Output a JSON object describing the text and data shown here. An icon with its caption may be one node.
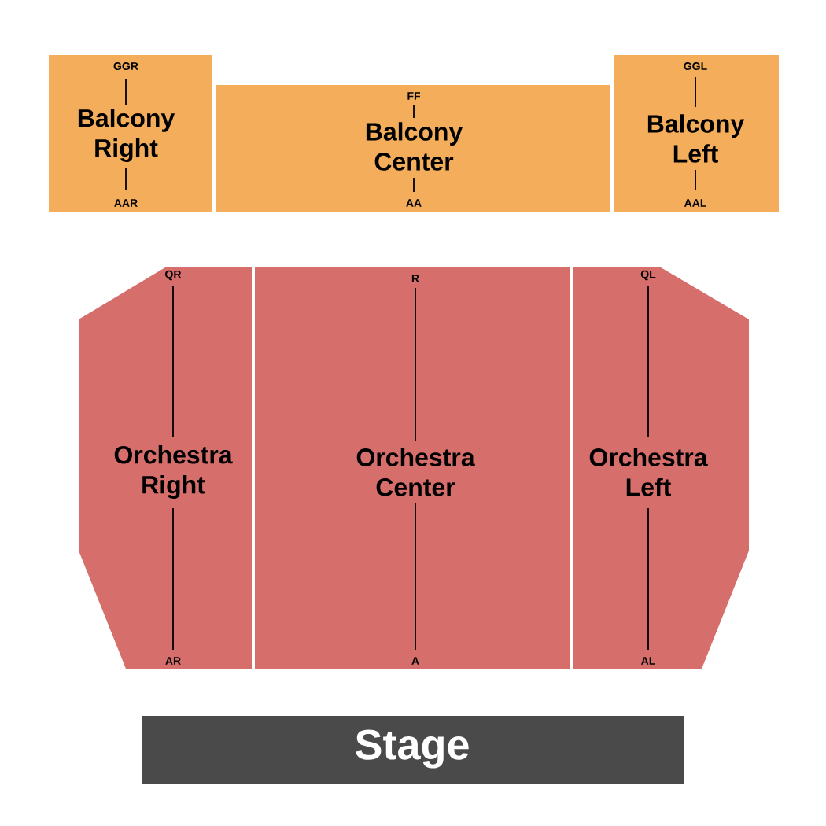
{
  "diagram": {
    "nodes": [
      {
        "text": [
          "GGR",
          "Balcony Right",
          "AAR"
        ]
      },
      {
        "text": [
          "FF",
          "Balcony Center",
          "AA"
        ]
      },
      {
        "text": [
          "GGL",
          "Balcony Left",
          "AAL"
        ]
      },
      {
        "text": [
          "QR",
          "Orchestra Right",
          "AR"
        ]
      },
      {
        "text": [
          "R",
          "Orchestra Center",
          "A"
        ]
      },
      {
        "text": [
          "QL",
          "Orchestra Left",
          "AL"
        ]
      },
      {
        "text": [
          "Stage"
        ]
      }
    ]
  }
}
